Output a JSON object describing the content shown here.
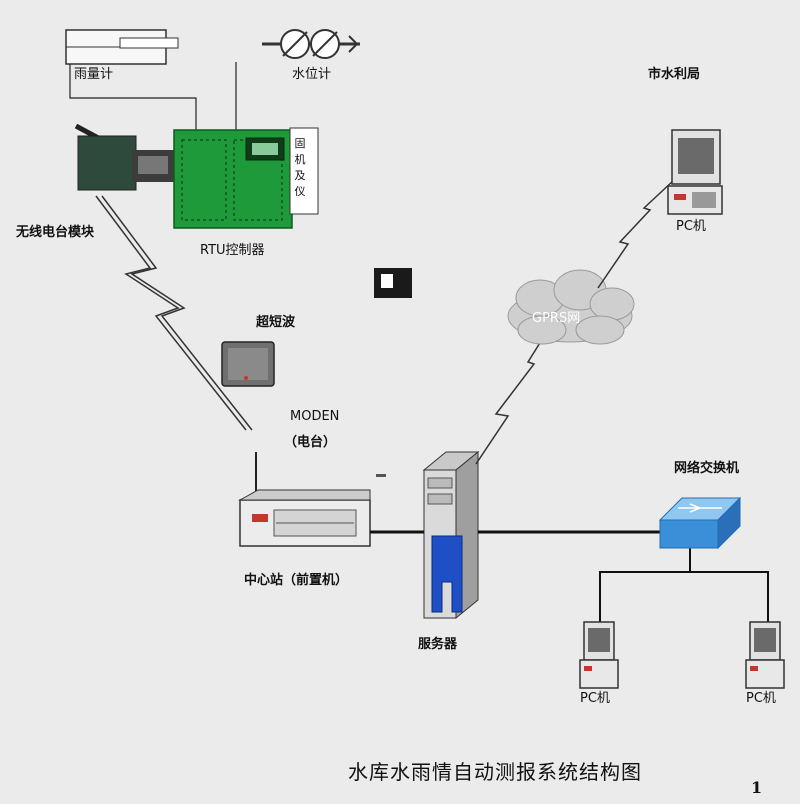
{
  "labels": {
    "rain_gauge": "雨量计",
    "water_level_gauge": "水位计",
    "wireless_radio_module": "无线电台模块",
    "rtu_controller": "RTU控制器",
    "fixed_instruments": "固机及仪",
    "ultrashort_wave": "超短波",
    "modem_name": "MODEN",
    "modem_sub": "（电台）",
    "central_station": "中心站（前置机）",
    "server": "服务器",
    "gprs_network": "GPRS网",
    "city_water_bureau": "市水利局",
    "network_switch": "网络交换机",
    "pc_bureau": "PC机",
    "pc_left": "PC机",
    "pc_right": "PC机"
  },
  "title": "水库水雨情自动测报系统结构图",
  "page_number": "1",
  "colors": {
    "background": "#ecebeb",
    "rtu_green": "#1f9a3a",
    "server_blue": "#1f4fc4",
    "switch_blue": "#3a8fd8",
    "line": "#222222"
  }
}
